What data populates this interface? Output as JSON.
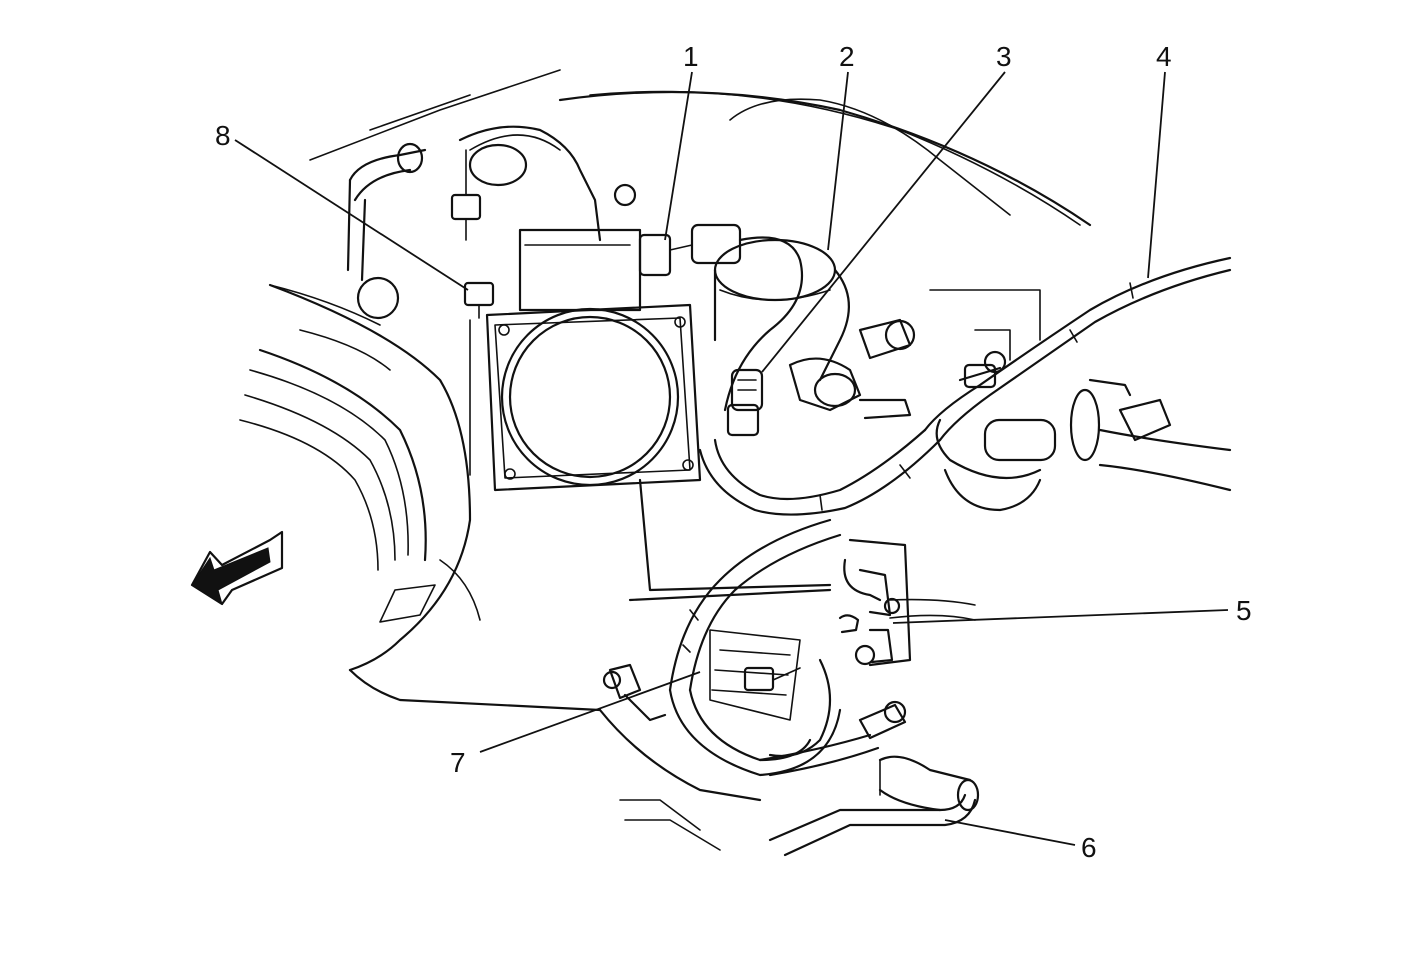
{
  "callouts": [
    {
      "id": "1",
      "label": "1"
    },
    {
      "id": "2",
      "label": "2"
    },
    {
      "id": "3",
      "label": "3"
    },
    {
      "id": "4",
      "label": "4"
    },
    {
      "id": "5",
      "label": "5"
    },
    {
      "id": "6",
      "label": "6"
    },
    {
      "id": "7",
      "label": "7"
    },
    {
      "id": "8",
      "label": "8"
    }
  ],
  "front_arrow_icon": "arrow-icon"
}
